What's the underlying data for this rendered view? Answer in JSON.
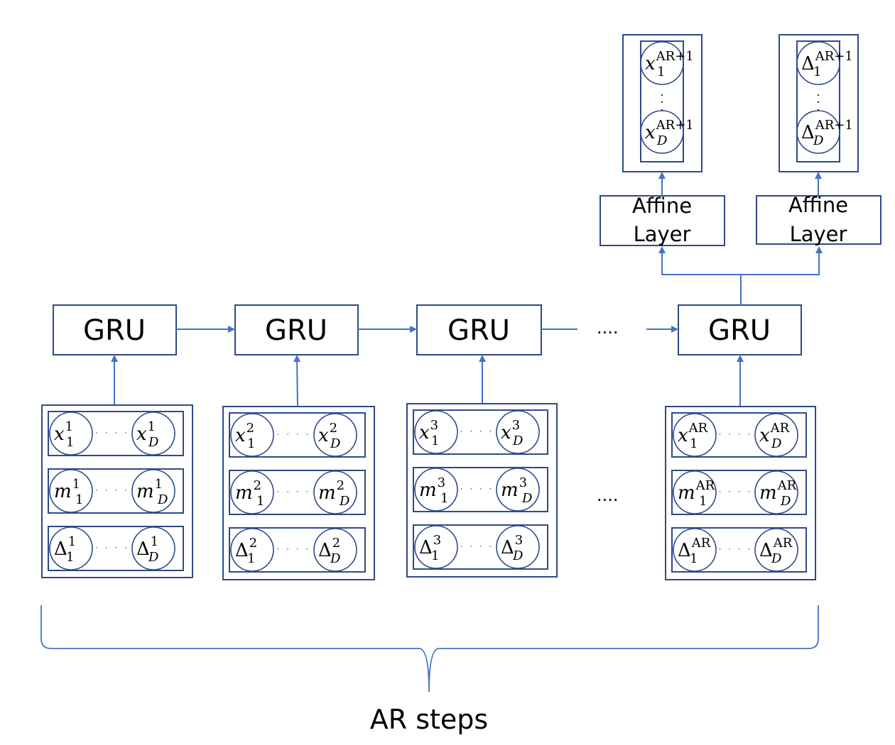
{
  "gru_label": "GRU",
  "affine": {
    "line1": "Affine",
    "line2": "Layer"
  },
  "ellipsis": "....",
  "brace_label": "AR steps",
  "dots": "· · · ·",
  "steps": [
    {
      "sup": "1"
    },
    {
      "sup": "2"
    },
    {
      "sup": "3"
    },
    {
      "sup": "AR"
    }
  ],
  "variables": {
    "x": "x",
    "m": "m",
    "delta": "Δ"
  },
  "subscripts": {
    "first": "1",
    "last": "D"
  },
  "outputs": [
    {
      "var": "x",
      "sup": "AR+1"
    },
    {
      "var": "Δ",
      "sup": "AR+1"
    }
  ],
  "colors": {
    "box_stroke": "#2f4a8a",
    "arrow": "#4472c4"
  }
}
